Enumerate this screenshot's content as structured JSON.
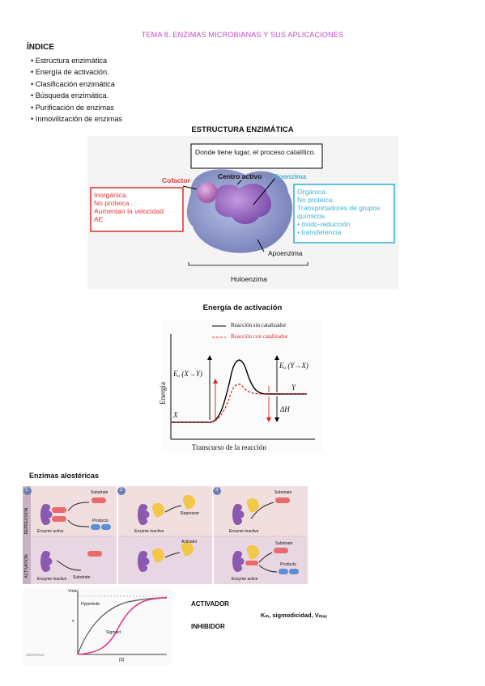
{
  "page": {
    "title": "TEMA 8. ENZIMAS MICROBIANAS Y SUS APLICACIONES",
    "index_heading": "ÍNDICE",
    "index_items": [
      "Estructura enzimática",
      "Energía de activación.",
      "Clasificación enzimática",
      "Búsqueda enzimática.",
      "Purificación de enzimas",
      "Inmovilización de enzimas"
    ]
  },
  "structure_figure": {
    "heading": "ESTRUCTURA ENZIMÁTICA",
    "callout": "Donde tiene lugar, el proceso catalítico.",
    "labels": {
      "cofactor": "Cofactor",
      "active_center": "Centro activo",
      "coenzyme": "Coenzima",
      "apoenzyme": "Apoenzima",
      "holoenzyme": "Holoenzima"
    },
    "cofactor_box": [
      "Inorgánica.",
      "No proteica .",
      "Aumentan la velocidad",
      "AE"
    ],
    "coenzyme_box": [
      "Orgánica.",
      "No proteica.",
      "Transportadores de grupos",
      "químicos."
    ],
    "coenzyme_bullets": [
      "óxido-reducción",
      "transferencia"
    ],
    "colors": {
      "cofactor": "#e0393b",
      "coenzyme": "#3ab4d4",
      "protein": "#8a93c8",
      "substrate": "#9b6bc4"
    }
  },
  "energy_figure": {
    "heading": "Energía de activación",
    "legend": [
      "Reacción sin catalizador",
      "Reacción con catalizador"
    ],
    "ylabel": "Energía",
    "xlabel": "Transcurso de la reacción",
    "ea_left": "Eₐ (X→Y)",
    "ea_right": "Eₐ (Y→X)",
    "delta_h": "ΔH",
    "x_label": "X",
    "y_label": "Y",
    "colors": {
      "uncatalyzed": "#000000",
      "catalyzed": "#e02020"
    }
  },
  "allosteric_figure": {
    "heading": "Enzimas alostéricas",
    "panel_numbers": [
      "1",
      "2",
      "3"
    ],
    "row_labels": [
      "REPRESSION",
      "ACTIVATION"
    ],
    "texts": {
      "substrate": "Substrate",
      "products": "Products",
      "enzyme_active": "Enzyme active",
      "enzyme_inactive": "Enzyme inactive",
      "repressor": "Repressor",
      "activator": "Activator"
    }
  },
  "kinetics_figure": {
    "vmax_label": "Vmax",
    "v_label": "v",
    "s_label": "[S]",
    "hyperbolic": "Hyperbolic",
    "sigmoid": "Sigmoid",
    "date": "15/04/2016",
    "activator": "ACTIVADOR",
    "effects": "Kₘ, sigmodicidad, Vₘₐₓ",
    "inhibitor": "INHIBIDOR"
  }
}
